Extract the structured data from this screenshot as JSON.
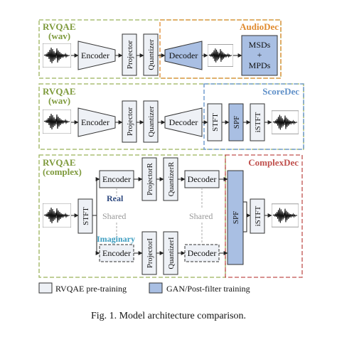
{
  "panels": {
    "audio": {
      "title_line1": "RVQAE",
      "title_line2": "(wav)",
      "decoder_name": "AudioDec"
    },
    "score": {
      "title_line1": "RVQAE",
      "title_line2": "(wav)",
      "decoder_name": "ScoreDec"
    },
    "complex": {
      "title_line1": "RVQAE",
      "title_line2": "(complex)",
      "decoder_name": "ComplexDec"
    }
  },
  "blocks": {
    "encoder": "Encoder",
    "projector": "Projector",
    "quantizer": "Quantizer",
    "decoder": "Decoder",
    "msds": "MSDs",
    "plus": "+",
    "mpds": "MPDs",
    "stft": "STFT",
    "istft": "iSTFT",
    "spf": "SPF",
    "projector_r": "ProjectorR",
    "quantizer_r": "QuantizerR",
    "projector_i": "ProjectorI",
    "quantizer_i": "QuantizerI"
  },
  "branch_labels": {
    "real": "Real",
    "imaginary": "Imaginary",
    "shared": "Shared"
  },
  "legend": {
    "pretraining": "RVQAE pre-training",
    "gan_training": "GAN/Post-filter training"
  },
  "caption": "Fig. 1.  Model architecture comparison.",
  "colors": {
    "rvqae_border": "#9BB25A",
    "rvqae_title": "#7E9A3C",
    "audiodec": "#E08A2E",
    "scoredec": "#5E8FC8",
    "complexdec": "#C0504D",
    "real_label": "#2F4A80",
    "imag_label": "#3C9DC0",
    "pretrain_fill": "#EEF1F6",
    "gan_fill": "#A9BFE3"
  }
}
